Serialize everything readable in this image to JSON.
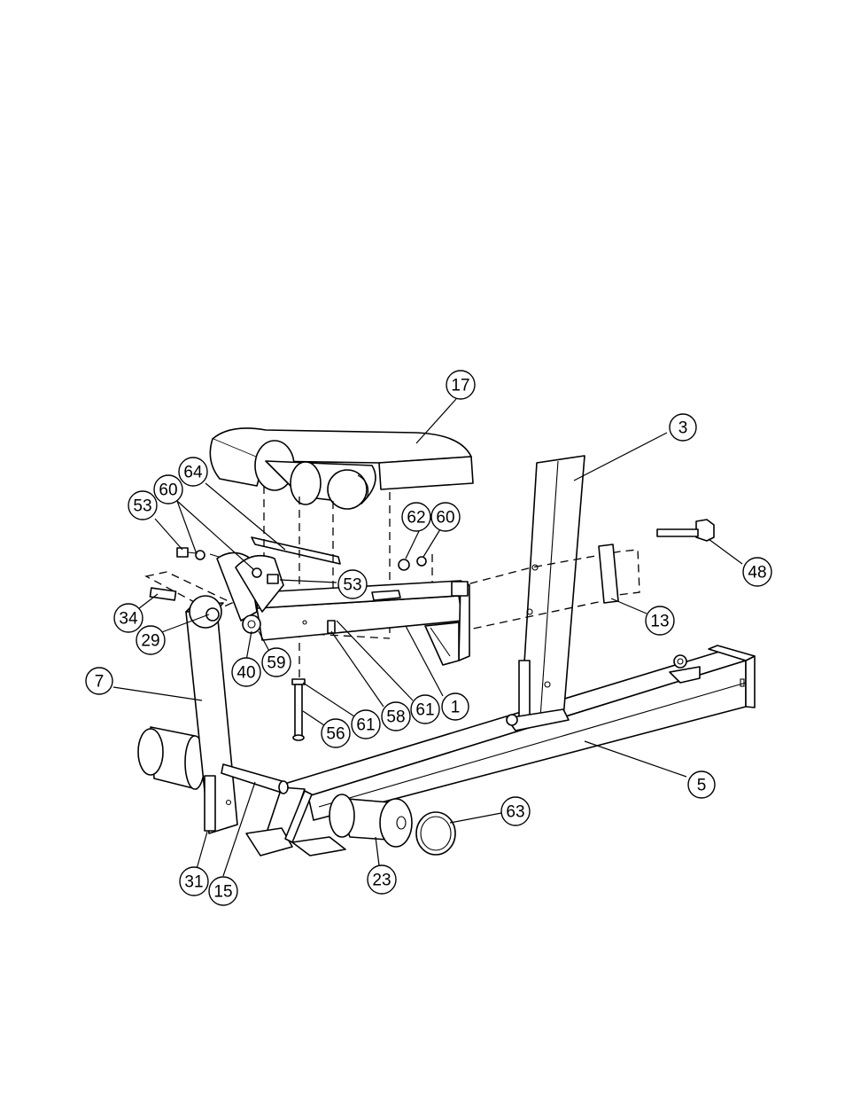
{
  "callouts": [
    {
      "id": "c17",
      "label": "17"
    },
    {
      "id": "c3",
      "label": "3"
    },
    {
      "id": "c64",
      "label": "64"
    },
    {
      "id": "c60a",
      "label": "60"
    },
    {
      "id": "c53a",
      "label": "53"
    },
    {
      "id": "c62",
      "label": "62"
    },
    {
      "id": "c60b",
      "label": "60"
    },
    {
      "id": "c48",
      "label": "48"
    },
    {
      "id": "c53b",
      "label": "53"
    },
    {
      "id": "c13",
      "label": "13"
    },
    {
      "id": "c34",
      "label": "34"
    },
    {
      "id": "c29",
      "label": "29"
    },
    {
      "id": "c40",
      "label": "40"
    },
    {
      "id": "c59",
      "label": "59"
    },
    {
      "id": "c7",
      "label": "7"
    },
    {
      "id": "c61a",
      "label": "61"
    },
    {
      "id": "c1",
      "label": "1"
    },
    {
      "id": "c58",
      "label": "58"
    },
    {
      "id": "c61b",
      "label": "61"
    },
    {
      "id": "c56",
      "label": "56"
    },
    {
      "id": "c5",
      "label": "5"
    },
    {
      "id": "c63",
      "label": "63"
    },
    {
      "id": "c23",
      "label": "23"
    },
    {
      "id": "c31",
      "label": "31"
    },
    {
      "id": "c15",
      "label": "15"
    }
  ]
}
